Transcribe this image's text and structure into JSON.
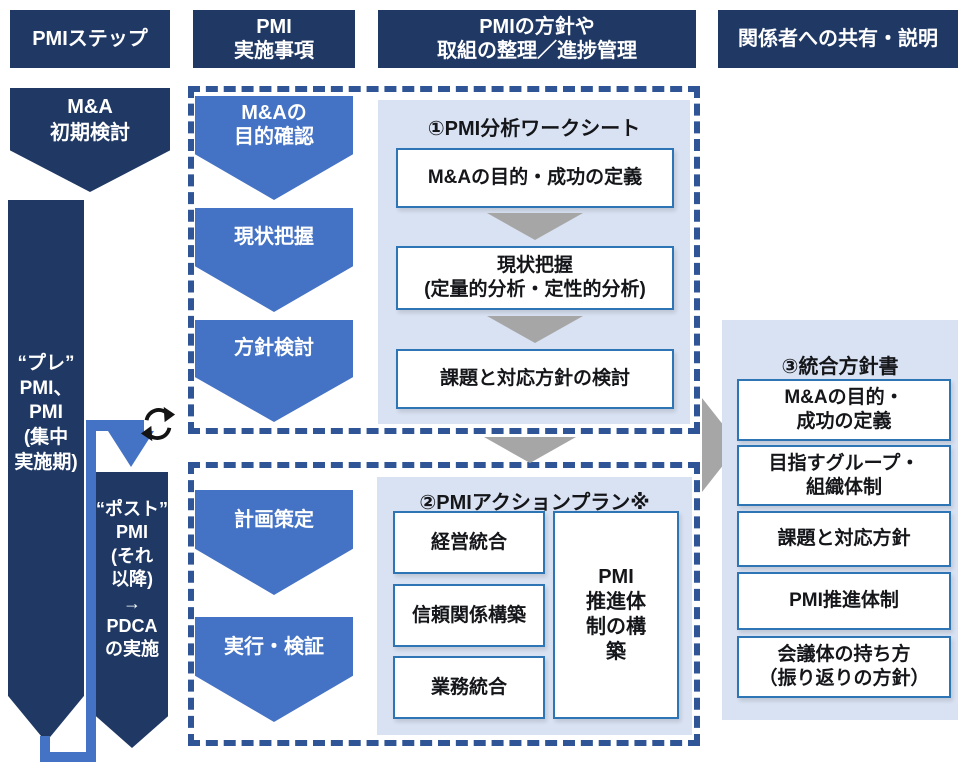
{
  "colors": {
    "header_navy": "#1F3864",
    "step_blue": "#4472C4",
    "panel_bg": "#D9E2F3",
    "box_border": "#2E75B6",
    "dash_border": "#2F5597",
    "flow_gray": "#A6A6A6",
    "connector_blue": "#4472C4"
  },
  "headers": [
    {
      "label": "PMIステップ"
    },
    {
      "label": "PMI\n実施事項"
    },
    {
      "label": "PMIの方針や\n取組の整理／進捗管理"
    },
    {
      "label": "関係者への共有・説明"
    }
  ],
  "phases": {
    "manda_initial": {
      "label": "M&A\n初期検討"
    },
    "pre_pmi": {
      "label": "“プレ”\nPMI、\nPMI\n(集中\n実施期)"
    },
    "post_pmi": {
      "label": "“ポスト”\nPMI\n(それ\n以降)\n→\nPDCA\nの実施"
    },
    "cycle_icon": "pdca-cycle-arrows"
  },
  "steps": [
    {
      "label": "M&Aの\n目的確認"
    },
    {
      "label": "現状把握"
    },
    {
      "label": "方針検討"
    },
    {
      "label": "計画策定"
    },
    {
      "label": "実行・検証"
    }
  ],
  "worksheet_panel": {
    "title": "①PMI分析ワークシート",
    "boxes": [
      {
        "label": "M&Aの目的・成功の定義"
      },
      {
        "label": "現状把握\n(定量的分析・定性的分析)"
      },
      {
        "label": "課題と対応方針の検討"
      }
    ]
  },
  "action_plan_panel": {
    "title": "②PMIアクションプラン※",
    "boxes": [
      {
        "label": "経営統合"
      },
      {
        "label": "信頼関係構築"
      },
      {
        "label": "業務統合"
      }
    ],
    "tall_box": {
      "label": "PMI\n推進体\n制の構\n築"
    }
  },
  "policy_doc_panel": {
    "title": "③統合方針書",
    "boxes": [
      {
        "label": "M&Aの目的・\n成功の定義"
      },
      {
        "label": "目指すグループ・\n組織体制"
      },
      {
        "label": "課題と対応方針"
      },
      {
        "label": "PMI推進体制"
      },
      {
        "label": "会議体の持ち方\n（振り返りの方針）"
      }
    ]
  }
}
